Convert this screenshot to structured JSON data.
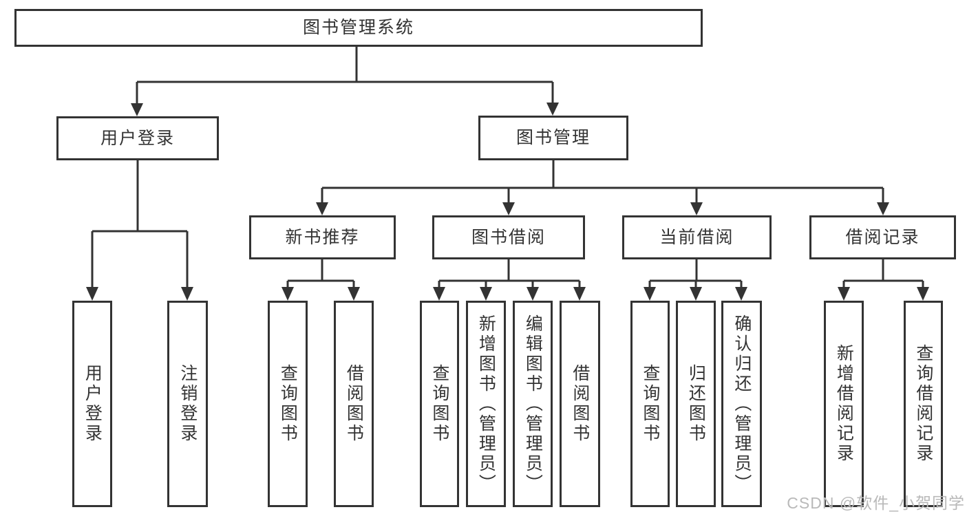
{
  "diagram": {
    "root": {
      "label": "图书管理系统"
    },
    "login": {
      "label": "用户登录",
      "children": [
        {
          "label": "用户登录"
        },
        {
          "label": "注销登录"
        }
      ]
    },
    "mgmt": {
      "label": "图书管理",
      "groups": [
        {
          "label": "新书推荐",
          "children": [
            {
              "label": "查询图书"
            },
            {
              "label": "借阅图书"
            }
          ]
        },
        {
          "label": "图书借阅",
          "children": [
            {
              "label": "查询图书"
            },
            {
              "label": "新增图书（管理员）"
            },
            {
              "label": "编辑图书（管理员）"
            },
            {
              "label": "借阅图书"
            }
          ]
        },
        {
          "label": "当前借阅",
          "children": [
            {
              "label": "查询图书"
            },
            {
              "label": "归还图书"
            },
            {
              "label": "确认归还（管理员）"
            }
          ]
        },
        {
          "label": "借阅记录",
          "children": [
            {
              "label": "新增借阅记录"
            },
            {
              "label": "查询借阅记录"
            }
          ]
        }
      ]
    }
  },
  "watermark": {
    "text": "CSDN @软件_小贺同学"
  },
  "colors": {
    "line": "#333333",
    "text": "#333333",
    "watermark": "#b9b9b9",
    "background": "#ffffff"
  }
}
